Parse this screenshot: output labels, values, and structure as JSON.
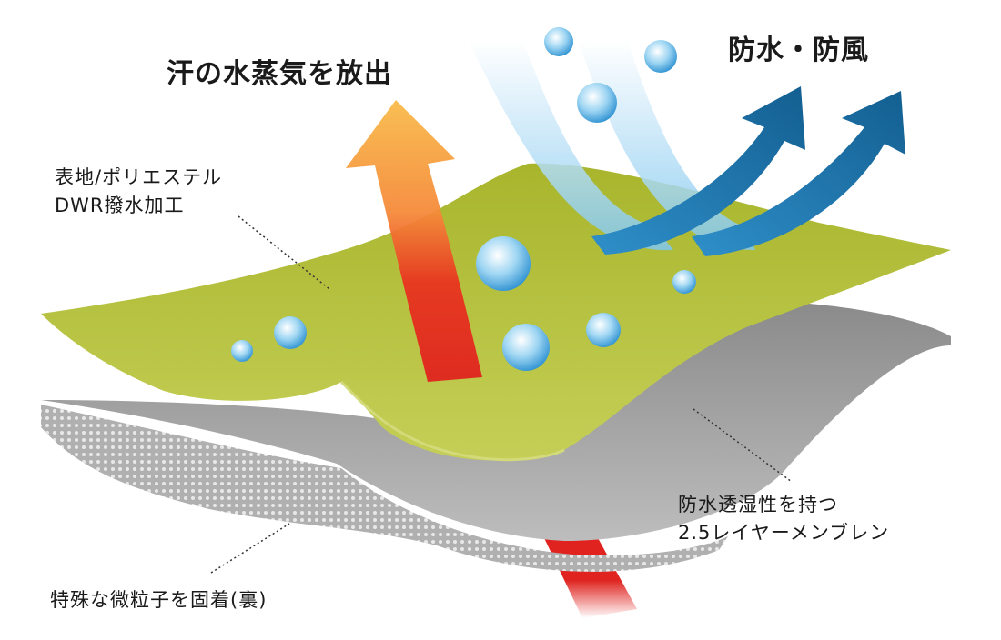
{
  "title_left": "汗の水蒸気を放出",
  "title_right": "防水・防風",
  "outer_layer": {
    "line1": "表地/ポリエステル",
    "line2": "DWR撥水加工"
  },
  "membrane": {
    "line1": "防水透湿性を持つ",
    "line2": "2.5レイヤーメンブレン"
  },
  "backing": "特殊な微粒子を固着(裏)",
  "colors": {
    "green": "#b5c23a",
    "gray": "#9a9a9a",
    "blue": "#1c6fa0",
    "orange": "#f7b548",
    "red": "#e0231f"
  }
}
